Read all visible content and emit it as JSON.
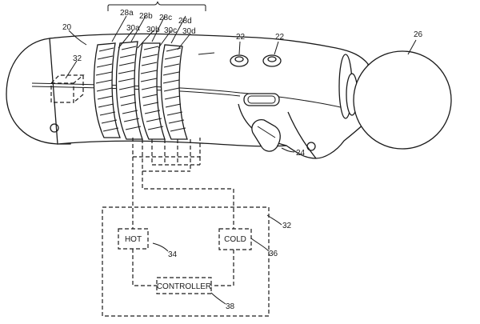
{
  "figure": {
    "ref_labels": {
      "body": "20",
      "buttons_a": "22",
      "buttons_b": "22",
      "trigger": "24",
      "sphere": "26",
      "internal_module": "32",
      "housing_box": "32",
      "pad_a": "28a",
      "pad_b": "28b",
      "pad_c": "28c",
      "pad_d": "28d",
      "lead_a": "30a",
      "lead_b": "30b",
      "lead_c": "30c",
      "lead_d": "30d",
      "hot_ref": "34",
      "cold_ref": "36",
      "controller_ref": "38"
    },
    "blocks": {
      "hot": "HOT",
      "cold": "COLD",
      "controller": "CONTROLLER"
    }
  }
}
